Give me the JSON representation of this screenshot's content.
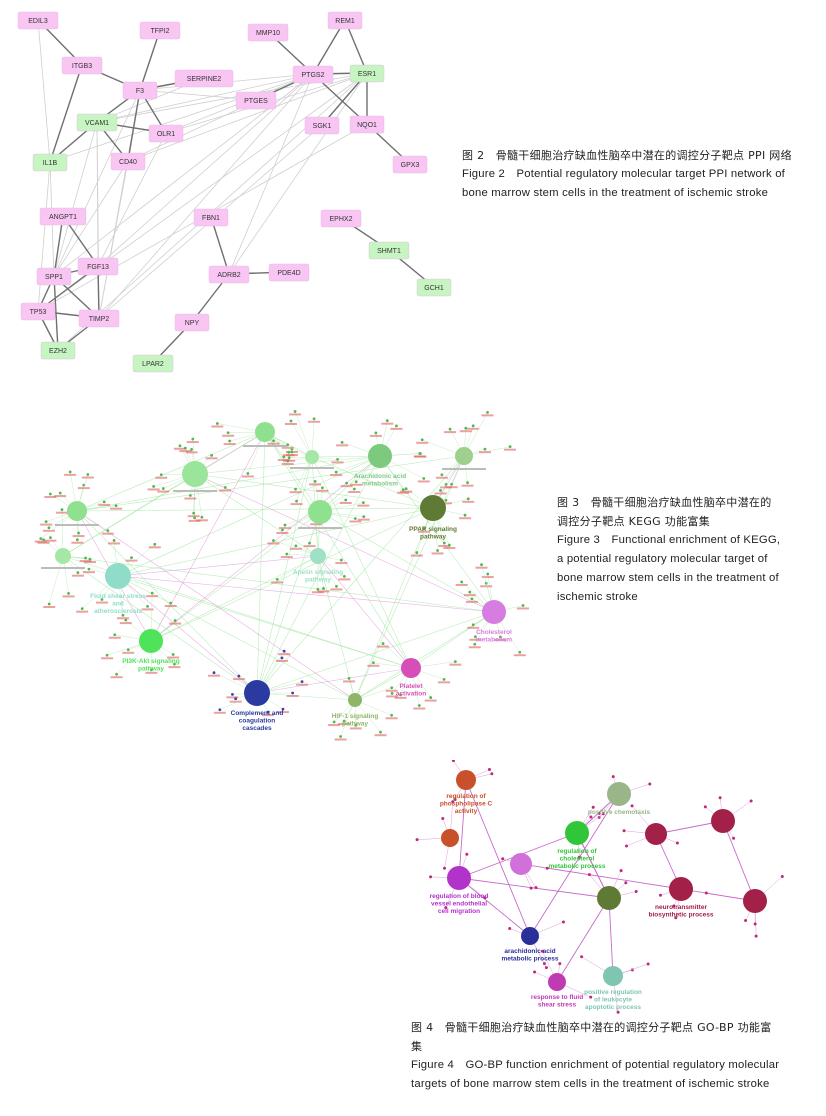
{
  "figure2": {
    "caption_zh": "图 2　骨髓干细胞治疗缺血性脑卒中潜在的调控分子靶点 PPI 网络",
    "caption_en": "Figure 2　Potential regulatory molecular target PPI network of bone marrow stem cells in the treatment of ischemic stroke",
    "pink_color": "#f9c6f4",
    "green_color": "#c7f5c2",
    "nodes": [
      {
        "id": "EDIL3",
        "group": "pink"
      },
      {
        "id": "TFPI2",
        "group": "pink"
      },
      {
        "id": "MMP10",
        "group": "pink"
      },
      {
        "id": "REM1",
        "group": "pink"
      },
      {
        "id": "ITGB3",
        "group": "pink"
      },
      {
        "id": "F3",
        "group": "pink"
      },
      {
        "id": "SERPINE2",
        "group": "pink"
      },
      {
        "id": "PTGS2",
        "group": "pink"
      },
      {
        "id": "ESR1",
        "group": "green"
      },
      {
        "id": "PTGES",
        "group": "pink"
      },
      {
        "id": "VCAM1",
        "group": "green"
      },
      {
        "id": "OLR1",
        "group": "pink"
      },
      {
        "id": "SGK1",
        "group": "pink"
      },
      {
        "id": "NQO1",
        "group": "pink"
      },
      {
        "id": "CD40",
        "group": "pink"
      },
      {
        "id": "IL1B",
        "group": "green"
      },
      {
        "id": "GPX3",
        "group": "pink"
      },
      {
        "id": "ANGPT1",
        "group": "pink"
      },
      {
        "id": "FBN1",
        "group": "pink"
      },
      {
        "id": "EPHX2",
        "group": "pink"
      },
      {
        "id": "SHMT1",
        "group": "green"
      },
      {
        "id": "FGF13",
        "group": "pink"
      },
      {
        "id": "SPP1",
        "group": "pink"
      },
      {
        "id": "ADRB2",
        "group": "pink"
      },
      {
        "id": "PDE4D",
        "group": "pink"
      },
      {
        "id": "GCH1",
        "group": "green"
      },
      {
        "id": "TP53",
        "group": "pink"
      },
      {
        "id": "TIMP2",
        "group": "pink"
      },
      {
        "id": "NPY",
        "group": "pink"
      },
      {
        "id": "EZH2",
        "group": "green"
      },
      {
        "id": "LPAR2",
        "group": "green"
      }
    ]
  },
  "figure3": {
    "caption_zh": "图 3　骨髓干细胞治疗缺血性脑卒中潜在的调控分子靶点 KEGG 功能富集",
    "caption_en": "Figure 3　Functional enrichment of KEGG, a potential regulatory molecular target of bone marrow stem cells in the treatment of ischemic stroke",
    "pathways": [
      {
        "label": "Arachidonic acid metabolism",
        "color": "#7dc97d"
      },
      {
        "label": "PPAR signaling pathway",
        "color": "#5e7a35"
      },
      {
        "label": "Apelin signaling pathway",
        "color": "#9fe0c6"
      },
      {
        "label": "Fluid shear stress and atherosclerosis",
        "color": "#8fdcc8"
      },
      {
        "label": "Cholesterol metabolism",
        "color": "#d77ce0"
      },
      {
        "label": "PI3K-Akt signaling pathway",
        "color": "#4ee35a"
      },
      {
        "label": "Platelet activation",
        "color": "#d64fb8"
      },
      {
        "label": "Complement and coagulation cascades",
        "color": "#2a3aa0"
      },
      {
        "label": "HIF-1 signaling pathway",
        "color": "#8fb566"
      }
    ]
  },
  "figure4": {
    "caption_zh": "图 4　骨髓干细胞治疗缺血性脑卒中潜在的调控分子靶点 GO-BP 功能富集",
    "caption_en": "Figure 4　GO-BP function enrichment of potential regulatory molecular targets of bone marrow stem cells in the treatment of ischemic stroke",
    "terms": [
      {
        "label": "regulation of phospholipase C activity",
        "color": "#c8502a"
      },
      {
        "label": "positive chemotaxis",
        "color": "#9ab588"
      },
      {
        "label": "regulation of cholesterol metabolic process",
        "color": "#2fc63a"
      },
      {
        "label": "regulation of blood vessel endothelial cell migration",
        "color": "#b233c9"
      },
      {
        "label": "neurotransmitter biosynthetic process",
        "color": "#a32048"
      },
      {
        "label": "arachidonic acid metabolic process",
        "color": "#2a2f9a"
      },
      {
        "label": "response to fluid shear stress",
        "color": "#c03ab3"
      },
      {
        "label": "positive regulation of leukocyte apoptotic process",
        "color": "#7fc6b2"
      }
    ]
  }
}
